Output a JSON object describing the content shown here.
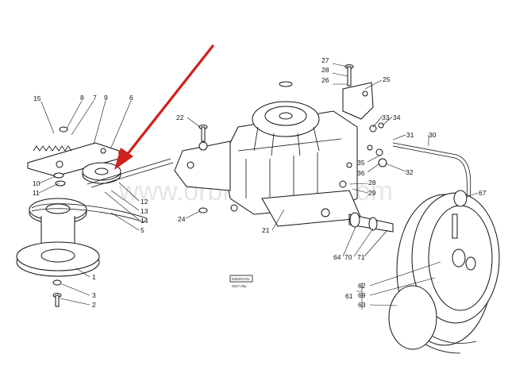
{
  "watermark": "www.orbiosecurity.com",
  "stamp": {
    "line1": "EBERGON",
    "line2": "0547.0hp"
  },
  "arrow_color": "#d0201e",
  "callouts": [
    "27",
    "28",
    "26",
    "25",
    "33",
    "34",
    "31",
    "30",
    "22",
    "32",
    "35",
    "36",
    "28",
    "29",
    "67",
    "15",
    "8",
    "7",
    "9",
    "6",
    "10",
    "11",
    "12",
    "13",
    "14",
    "5",
    "24",
    "21",
    "1",
    "3",
    "2",
    "64",
    "70",
    "71",
    "62",
    "69",
    "61",
    "63"
  ]
}
